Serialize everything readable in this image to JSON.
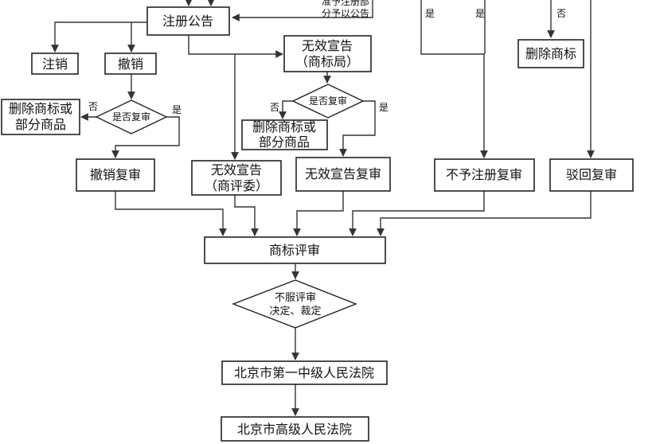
{
  "nodes": {
    "register_announce": "注册公告",
    "cancel": "注销",
    "revoke": "撤销",
    "revoke_dia": "是否复审",
    "revoke_delete_1": "删除商标或",
    "revoke_delete_2": "部分商品",
    "invalid_tmo_1": "无效宣告",
    "invalid_tmo_2": "（商标局）",
    "invalid_dia": "是否复审",
    "invalid_delete_1": "删除商标或",
    "invalid_delete_2": "部分商品",
    "delete_trademark": "删除商标",
    "revoke_review": "撤销复审",
    "invalid_trab_1": "无效宣告",
    "invalid_trab_2": "（商评委）",
    "invalid_review": "无效宣告复审",
    "refuse_register_review": "不予注册复审",
    "reject_review": "驳回复审",
    "tm_review": "商标评审",
    "disagree_1": "不服评审",
    "disagree_2": "决定、裁定",
    "court_1": "北京市第一中级人民法院",
    "court_2": "北京市高级人民法院"
  },
  "labels": {
    "top_note_1": "准予注册部",
    "top_note_2": "分予以公告",
    "yes": "是",
    "no": "否"
  }
}
